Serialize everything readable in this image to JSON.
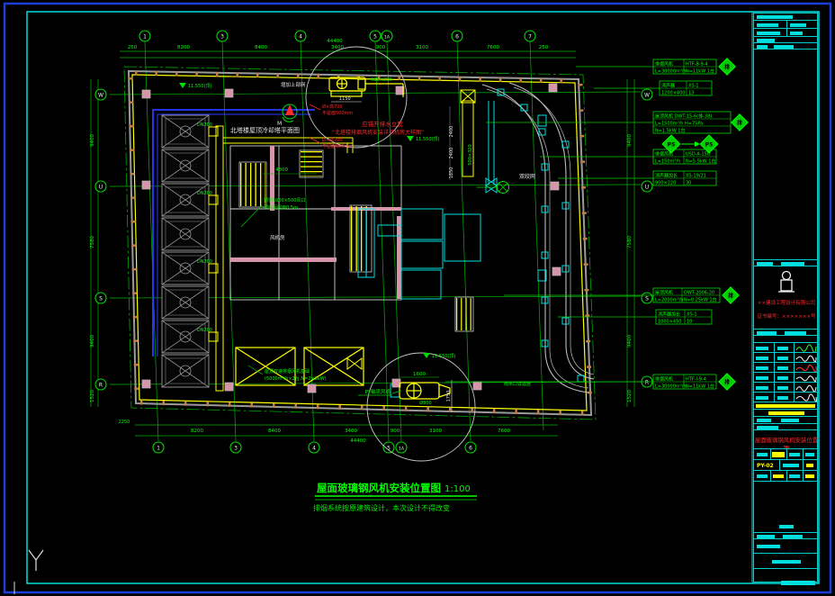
{
  "plan_title": {
    "text": "屋面玻璃钢风机安装位置图",
    "scale": "1:100",
    "note": "排烟系统按原建筑设计，本次设计不得改变"
  },
  "grid": {
    "top": [
      "1",
      "3",
      "4",
      "5",
      "1A",
      "6",
      "7"
    ],
    "bottom": [
      "1",
      "3",
      "4",
      "5",
      "1A",
      "6"
    ],
    "left": [
      "W",
      "U",
      "S",
      "R"
    ],
    "right": [
      "W",
      "U",
      "S",
      "R"
    ],
    "top_dims": [
      "250",
      "8200",
      "8400",
      "3400",
      "900",
      "3100",
      "7600",
      "250"
    ],
    "top_total": "44400",
    "bottom_dims": [
      "8200",
      "8400",
      "3400",
      "900",
      "3100",
      "7600"
    ],
    "bottom_total": "44400",
    "left_dims": [
      "9400",
      "7580",
      "9400",
      "1520"
    ],
    "right_dims": [
      "9400",
      "7580",
      "9400",
      "1520"
    ]
  },
  "notes": {
    "plan_ref": "北塔楼屋顶冷却塔平面图",
    "add_net": "增加上部网",
    "marker_m": "M",
    "red_warn1": "应错开排水立管",
    "red_warn2": "“北塔楼排烟风机安装详见机房大样图”",
    "red_leader_a1": "Ø×高700",
    "red_leader_a2": "平屋面500mm",
    "louver1": "预留1000×500风口",
    "louver2": "洞底距屋面0.5m",
    "dim_4300": "4300",
    "fanbase1": "屋顶双速排烟风机基础",
    "fanbase2": "(5000m³/h×2台,N=2×3kW)",
    "net": "双绞网",
    "elev": "11.550(顶)",
    "dn200": "DN200",
    "duct_630": "630×200",
    "dim_1150": "1150",
    "dim_1600": "1600",
    "phi_800": "Ø800",
    "py_fan": "PY轴流风机",
    "dim_1750": "1750",
    "duct_500": "500×320",
    "dim_2400": "2400",
    "dim_1850": "1850",
    "room_fan": "风机房",
    "dim_2250": "2250",
    "rain": "雨水口详建施"
  },
  "equipment": {
    "boxes": [
      {
        "c1": "排烟风机",
        "c2": "HTF-B-9-4",
        "c3": "L=30000m³/h",
        "c4": "N=11kW 1台",
        "tag": "排"
      },
      {
        "c1": "消声器",
        "c2": "XS-1",
        "c3": "1200×400",
        "c4": "13"
      },
      {
        "r1": "屋顶风机 DWT-15-6(排-38)",
        "r2": "L=1500m³/h  H=75Pa",
        "r3": "N=1.5kW 1台",
        "tag": "排"
      },
      {
        "a": "P5",
        "b": "P5"
      },
      {
        "c1": "排烟风机",
        "c2": "USD-A-150",
        "c3": "L=150m³/h",
        "c4": "N=5.5kW 1台"
      },
      {
        "c1": "消声器加长",
        "c2": "XS-19/21",
        "c3": "900×220",
        "c4": "30"
      },
      {
        "c1": "屋顶风机",
        "c2": "DWT-2006-20",
        "c3": "L=2000m³/h",
        "c4": "N=0.25kW 1台",
        "tag": "排"
      },
      {
        "c1": "消声器加长",
        "c2": "XS-1",
        "c3": "1000×450",
        "c4": "10"
      },
      {
        "c1": "排烟风机",
        "c2": "HTF-I-9-4",
        "c3": "L=30000m³/h",
        "c4": "N=11kW 1台",
        "tag": "排"
      }
    ]
  },
  "titleblock": {
    "company1": "××建设工程设计有限公司",
    "company2": "证书编号：×××××××号",
    "drawing_title": "屋面玻璃钢风机安装位置图",
    "drawing_no": "PY-02"
  }
}
